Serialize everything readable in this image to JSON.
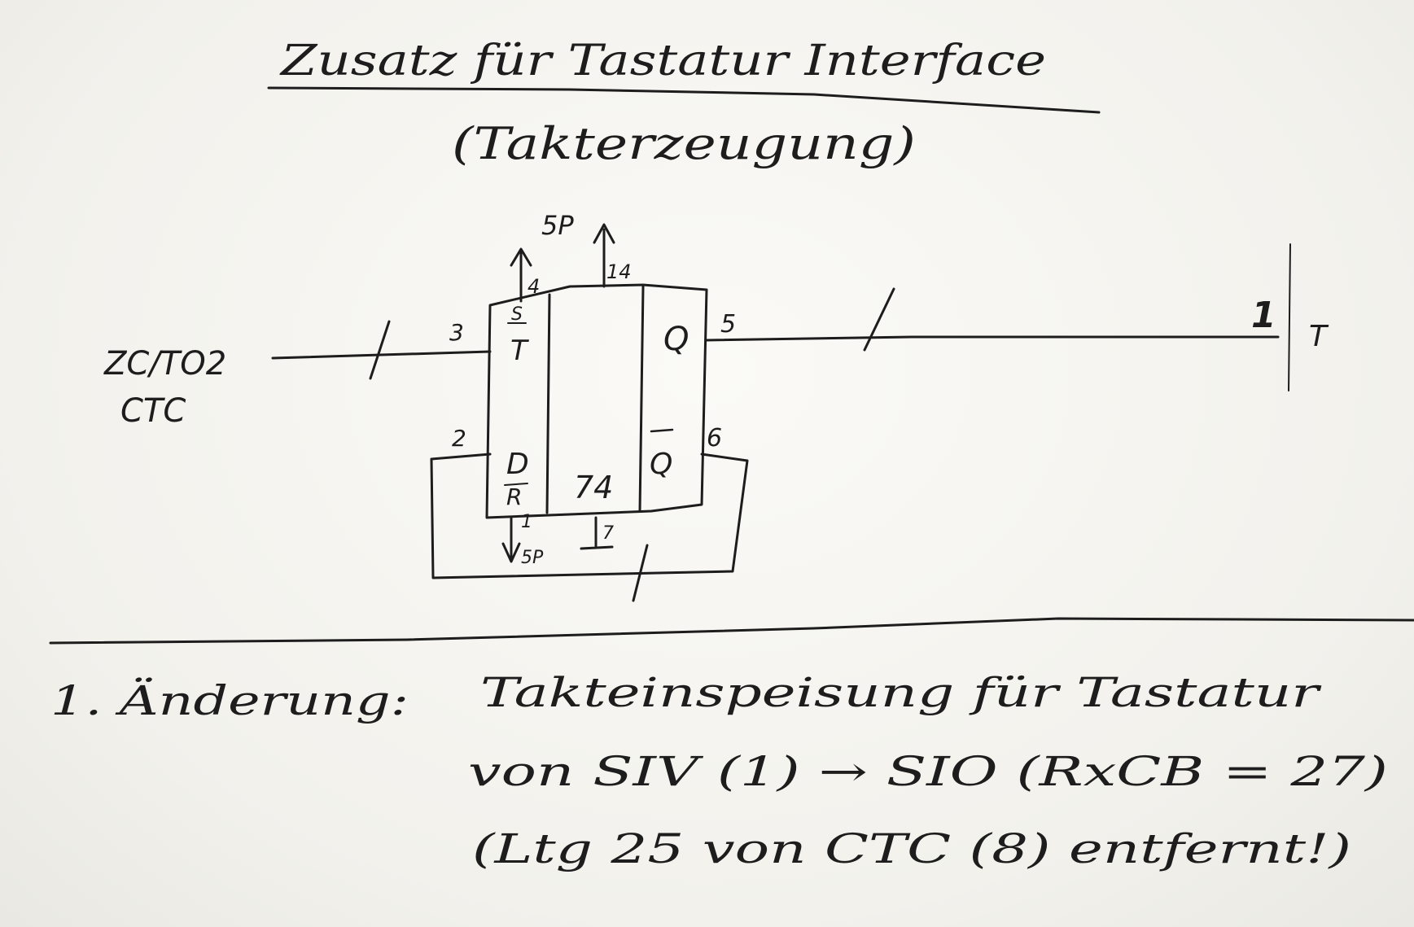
{
  "title": "Zusatz für Tastatur Interface",
  "subtitle": "(Takterzeugung)",
  "diagram": {
    "chip_label": "74",
    "input_signal_line1": "ZC/TO2",
    "input_signal_line2": "CTC",
    "output_label_1": "1",
    "output_label_T": "T",
    "supply_label": "5P",
    "supply_label_bottom": "5P",
    "inputs": {
      "set_pin_label": "S",
      "clock_pin_label": "T",
      "data_pin_label": "D",
      "reset_pin_label": "R"
    },
    "outputs": {
      "q_label": "Q",
      "qbar_label": "Q"
    },
    "pins": {
      "p1": "1",
      "p2": "2",
      "p3": "3",
      "p4": "4",
      "p5": "5",
      "p6": "6",
      "p7": "7",
      "p14": "14"
    }
  },
  "note": {
    "heading": "1. Änderung:",
    "line1": "Takteinspeisung für Tastatur",
    "line2": "von SIV (1) → SIO (RxCB = 27)",
    "line3": "(Ltg 25 von CTC (8) entfernt!)"
  }
}
